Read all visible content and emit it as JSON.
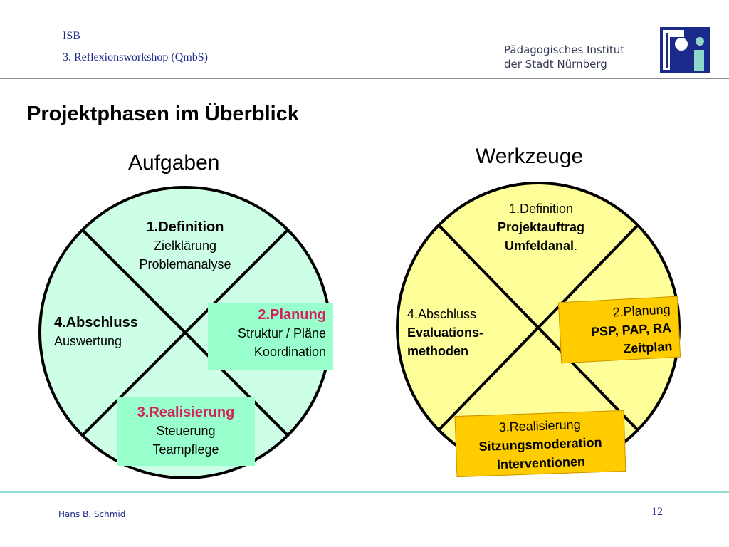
{
  "header": {
    "line1": "ISB",
    "line2": "3. Reflexionsworkshop (QmbS)",
    "institute_line1": "Pädagogisches Institut",
    "institute_line2": "der Stadt Nürnberg"
  },
  "title": "Projektphasen im Überblick",
  "left": {
    "heading": "Aufgaben",
    "top": {
      "title": "1.Definition",
      "line1": "Zielklärung",
      "line2": "Problemanalyse"
    },
    "right": {
      "title": "2.Planung",
      "line1": "Struktur / Pläne",
      "line2": "Koordination"
    },
    "bottom": {
      "title": "3.Realisierung",
      "line1": "Steuerung",
      "line2": "Teampflege"
    },
    "left": {
      "title": "4.Abschluss",
      "line1": "Auswertung"
    }
  },
  "right": {
    "heading": "Werkzeuge",
    "top": {
      "title": "1.Definition",
      "line1": "Projektauftrag",
      "line2": "Umfeldanal",
      "line2_suffix": "."
    },
    "right": {
      "title": "2.Planung",
      "line1": "PSP, PAP, RA",
      "line2": "Zeitplan"
    },
    "bottom": {
      "title": "3.Realisierung",
      "line1": "Sitzungsmoderation",
      "line2": "Interventionen"
    },
    "left": {
      "title": "4.Abschluss",
      "line1": "Evaluations-",
      "line2": "methoden"
    }
  },
  "footer": {
    "author": "Hans B. Schmid",
    "page": "12"
  },
  "colors": {
    "navy": "#1c2a8c",
    "green_fill": "#ccffe6",
    "green_box": "#99ffcc",
    "yellow_fill": "#ffff99",
    "orange_box": "#ffcc00",
    "accent_red": "#d0245a",
    "logo_blue": "#1c2a8c",
    "logo_teal": "#8fd8c8"
  }
}
